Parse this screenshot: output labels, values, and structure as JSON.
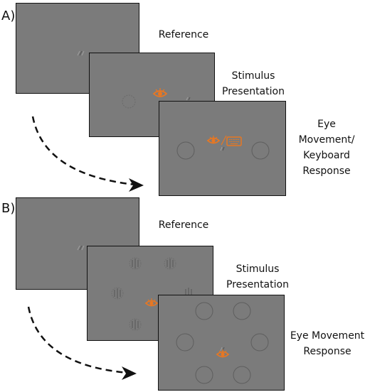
{
  "panelA": {
    "label": "A)",
    "reference": "Reference",
    "stimulus": [
      "Stimulus",
      "Presentation"
    ],
    "response": [
      "Eye",
      "Movement/",
      "Keyboard",
      "Response"
    ]
  },
  "panelB": {
    "label": "B)",
    "reference": "Reference",
    "stimulus": [
      "Stimulus",
      "Presentation"
    ],
    "response": [
      "Eye Movement",
      "Response"
    ]
  },
  "colors": {
    "screen": "#7b7b7b",
    "accent": "#e87722",
    "arrow": "#111111"
  },
  "icons": [
    "eye-icon",
    "keyboard-icon",
    "gabor-patch-icon",
    "target-circle-icon"
  ]
}
